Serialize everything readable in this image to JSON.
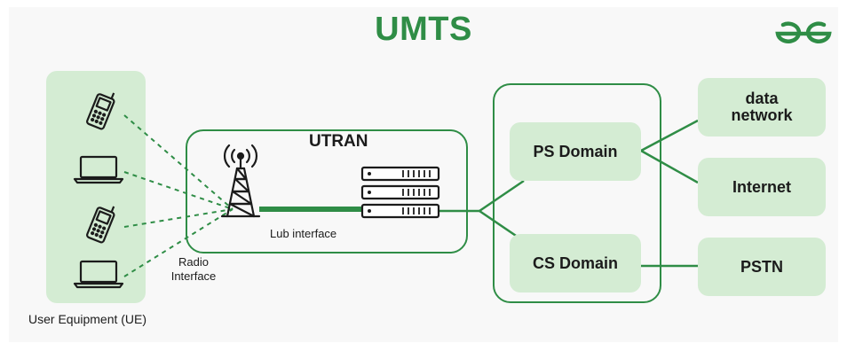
{
  "title": "UMTS",
  "logo": {
    "icon": "gfg-logo-icon",
    "color": "#2f8d46"
  },
  "colors": {
    "accent": "#2f8d46",
    "box_fill": "#d4ecd3",
    "background": "#f8f8f8"
  },
  "ue": {
    "label": "User Equipment (UE)",
    "devices": [
      "mobile-phone-icon",
      "laptop-icon",
      "mobile-phone-icon",
      "laptop-icon"
    ]
  },
  "radio_interface": {
    "line1": "Radio",
    "line2": "Interface"
  },
  "utran": {
    "title": "UTRAN",
    "lub_label": "Lub interface",
    "icons": [
      "radio-tower-icon",
      "server-rack-icon"
    ]
  },
  "core": {
    "ps_domain": "PS Domain",
    "cs_domain": "CS Domain"
  },
  "external": {
    "data_network_line1": "data",
    "data_network_line2": "network",
    "internet": "Internet",
    "pstn": "PSTN"
  }
}
